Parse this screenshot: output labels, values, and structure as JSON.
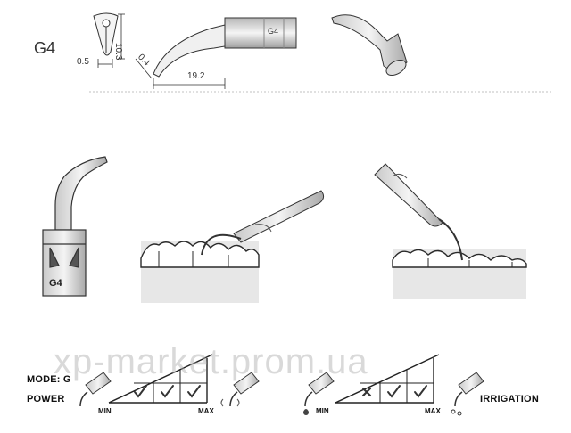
{
  "model": {
    "name": "G4"
  },
  "dimensions": {
    "tip_width": "0.5",
    "tip_length": "10.3",
    "tip_diameter": "0.4",
    "total_length": "19.2"
  },
  "tip_marking": "G4",
  "mode_panel": {
    "mode_label": "MODE: G",
    "power_label": "POWER",
    "irrigation_label": "IRRIGATION",
    "power_scale": {
      "min_label": "MIN",
      "max_label": "MAX",
      "levels": [
        "allowed",
        "allowed",
        "allowed"
      ]
    },
    "irrigation_scale": {
      "min_label": "MIN",
      "max_label": "MAX",
      "levels": [
        "not-allowed",
        "allowed",
        "allowed"
      ]
    }
  },
  "watermark": "xp-market.prom.ua",
  "icons": {
    "check": "check-icon",
    "cross": "cross-icon"
  },
  "colors": {
    "line": "#333333",
    "gum": "#e6e6e6",
    "tooth_outline": "#2a2a2a",
    "watermark": "#b0b0b0"
  }
}
